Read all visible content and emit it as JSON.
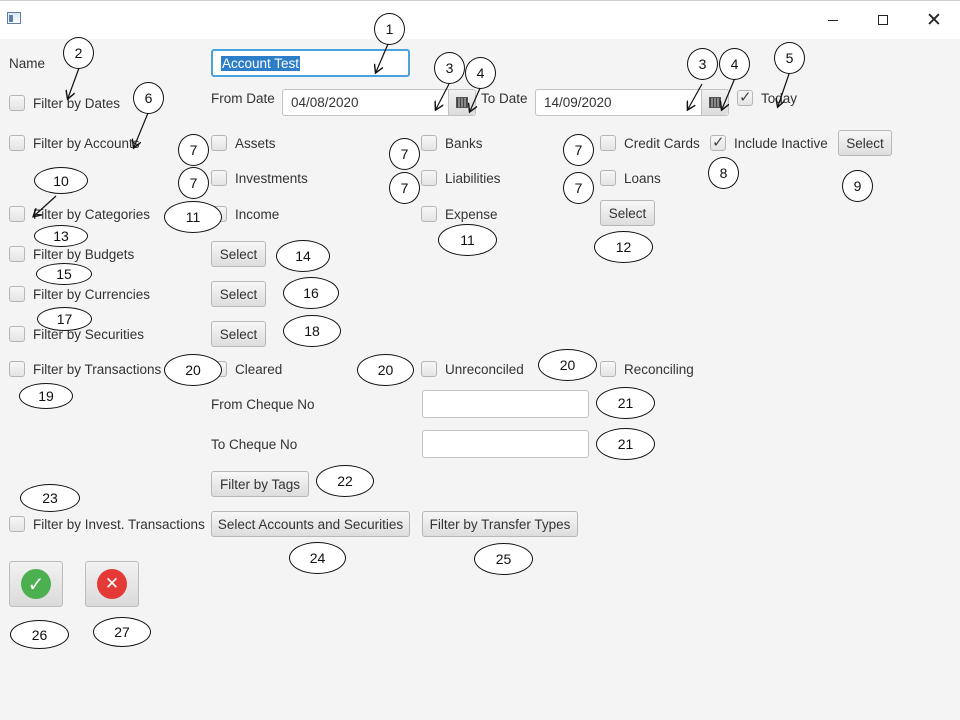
{
  "window": {
    "minimize": "—",
    "close": "✕"
  },
  "form": {
    "name_label": "Name",
    "name_value": "Account Test",
    "filter_by_dates": "Filter by Dates",
    "from_date_label": "From Date",
    "from_date_value": "04/08/2020",
    "to_date_label": "To Date",
    "to_date_value": "14/09/2020",
    "today": "Today",
    "filter_by_accounts": "Filter by Accounts",
    "assets": "Assets",
    "banks": "Banks",
    "credit_cards": "Credit Cards",
    "include_inactive": "Include Inactive",
    "select": "Select",
    "investments": "Investments",
    "liabilities": "Liabilities",
    "loans": "Loans",
    "filter_by_categories": "Filter by Categories",
    "income": "Income",
    "expense": "Expense",
    "filter_by_budgets": "Filter by Budgets",
    "filter_by_currencies": "Filter by Currencies",
    "filter_by_securities": "Filter by Securities",
    "filter_by_transactions": "Filter by Transactions",
    "cleared": "Cleared",
    "unreconciled": "Unreconciled",
    "reconciling": "Reconciling",
    "from_cheque_no": "From Cheque No",
    "to_cheque_no": "To Cheque No",
    "filter_by_tags": "Filter by Tags",
    "filter_by_invest_transactions": "Filter by Invest. Transactions",
    "select_accounts_and_securities": "Select Accounts and Securities",
    "filter_by_transfer_types": "Filter by Transfer Types",
    "ok_icon": "✓",
    "cancel_icon": "✕"
  },
  "state": {
    "today_checked": true,
    "include_inactive_checked": true
  },
  "callouts": {
    "c1": "1",
    "c2": "2",
    "c3": "3",
    "c4": "4",
    "c5": "5",
    "c6": "6",
    "c7": "7",
    "c8": "8",
    "c9": "9",
    "c10": "10",
    "c11": "11",
    "c12": "12",
    "c13": "13",
    "c14": "14",
    "c15": "15",
    "c16": "16",
    "c17": "17",
    "c18": "18",
    "c19": "19",
    "c20": "20",
    "c21": "21",
    "c22": "22",
    "c23": "23",
    "c24": "24",
    "c25": "25",
    "c26": "26",
    "c27": "27"
  }
}
